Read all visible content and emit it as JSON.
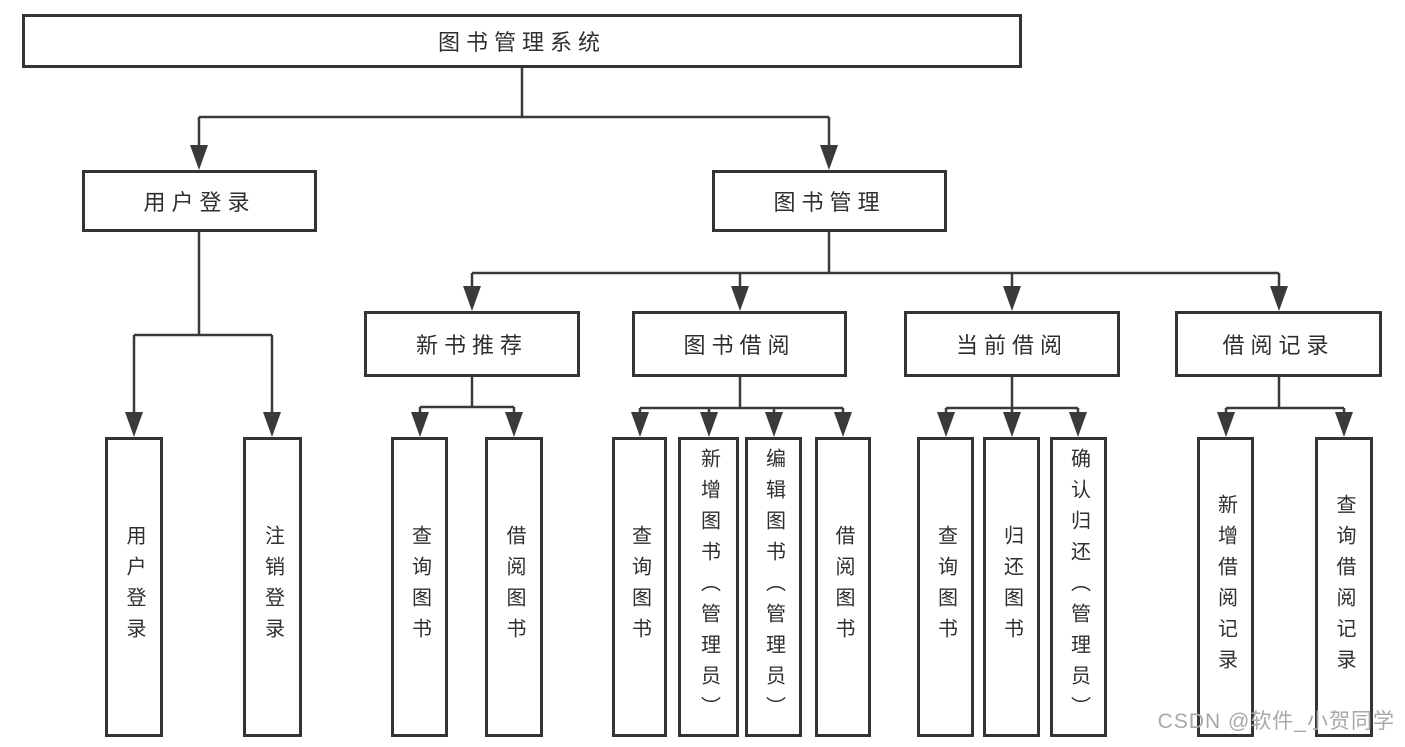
{
  "page": {
    "background_color": "#ffffff",
    "line_color": "#3a3a3a",
    "box_border_color": "#343434",
    "text_color": "#2f2f2f"
  },
  "tree": {
    "root": "图书管理系统",
    "branches": [
      {
        "label": "用户登录",
        "children": [
          "用户登录",
          "注销登录"
        ]
      },
      {
        "label": "图书管理",
        "sections": [
          {
            "label": "新书推荐",
            "children": [
              "查询图书",
              "借阅图书"
            ]
          },
          {
            "label": "图书借阅",
            "children": [
              "查询图书",
              "新增图书（管理员）",
              "编辑图书（管理员）",
              "借阅图书"
            ]
          },
          {
            "label": "当前借阅",
            "children": [
              "查询图书",
              "归还图书",
              "确认归还（管理员）"
            ]
          },
          {
            "label": "借阅记录",
            "children": [
              "新增借阅记录",
              "查询借阅记录"
            ]
          }
        ]
      }
    ]
  },
  "watermark": {
    "text": "CSDN @软件_小贺同学",
    "color": "#a8a8a8"
  }
}
